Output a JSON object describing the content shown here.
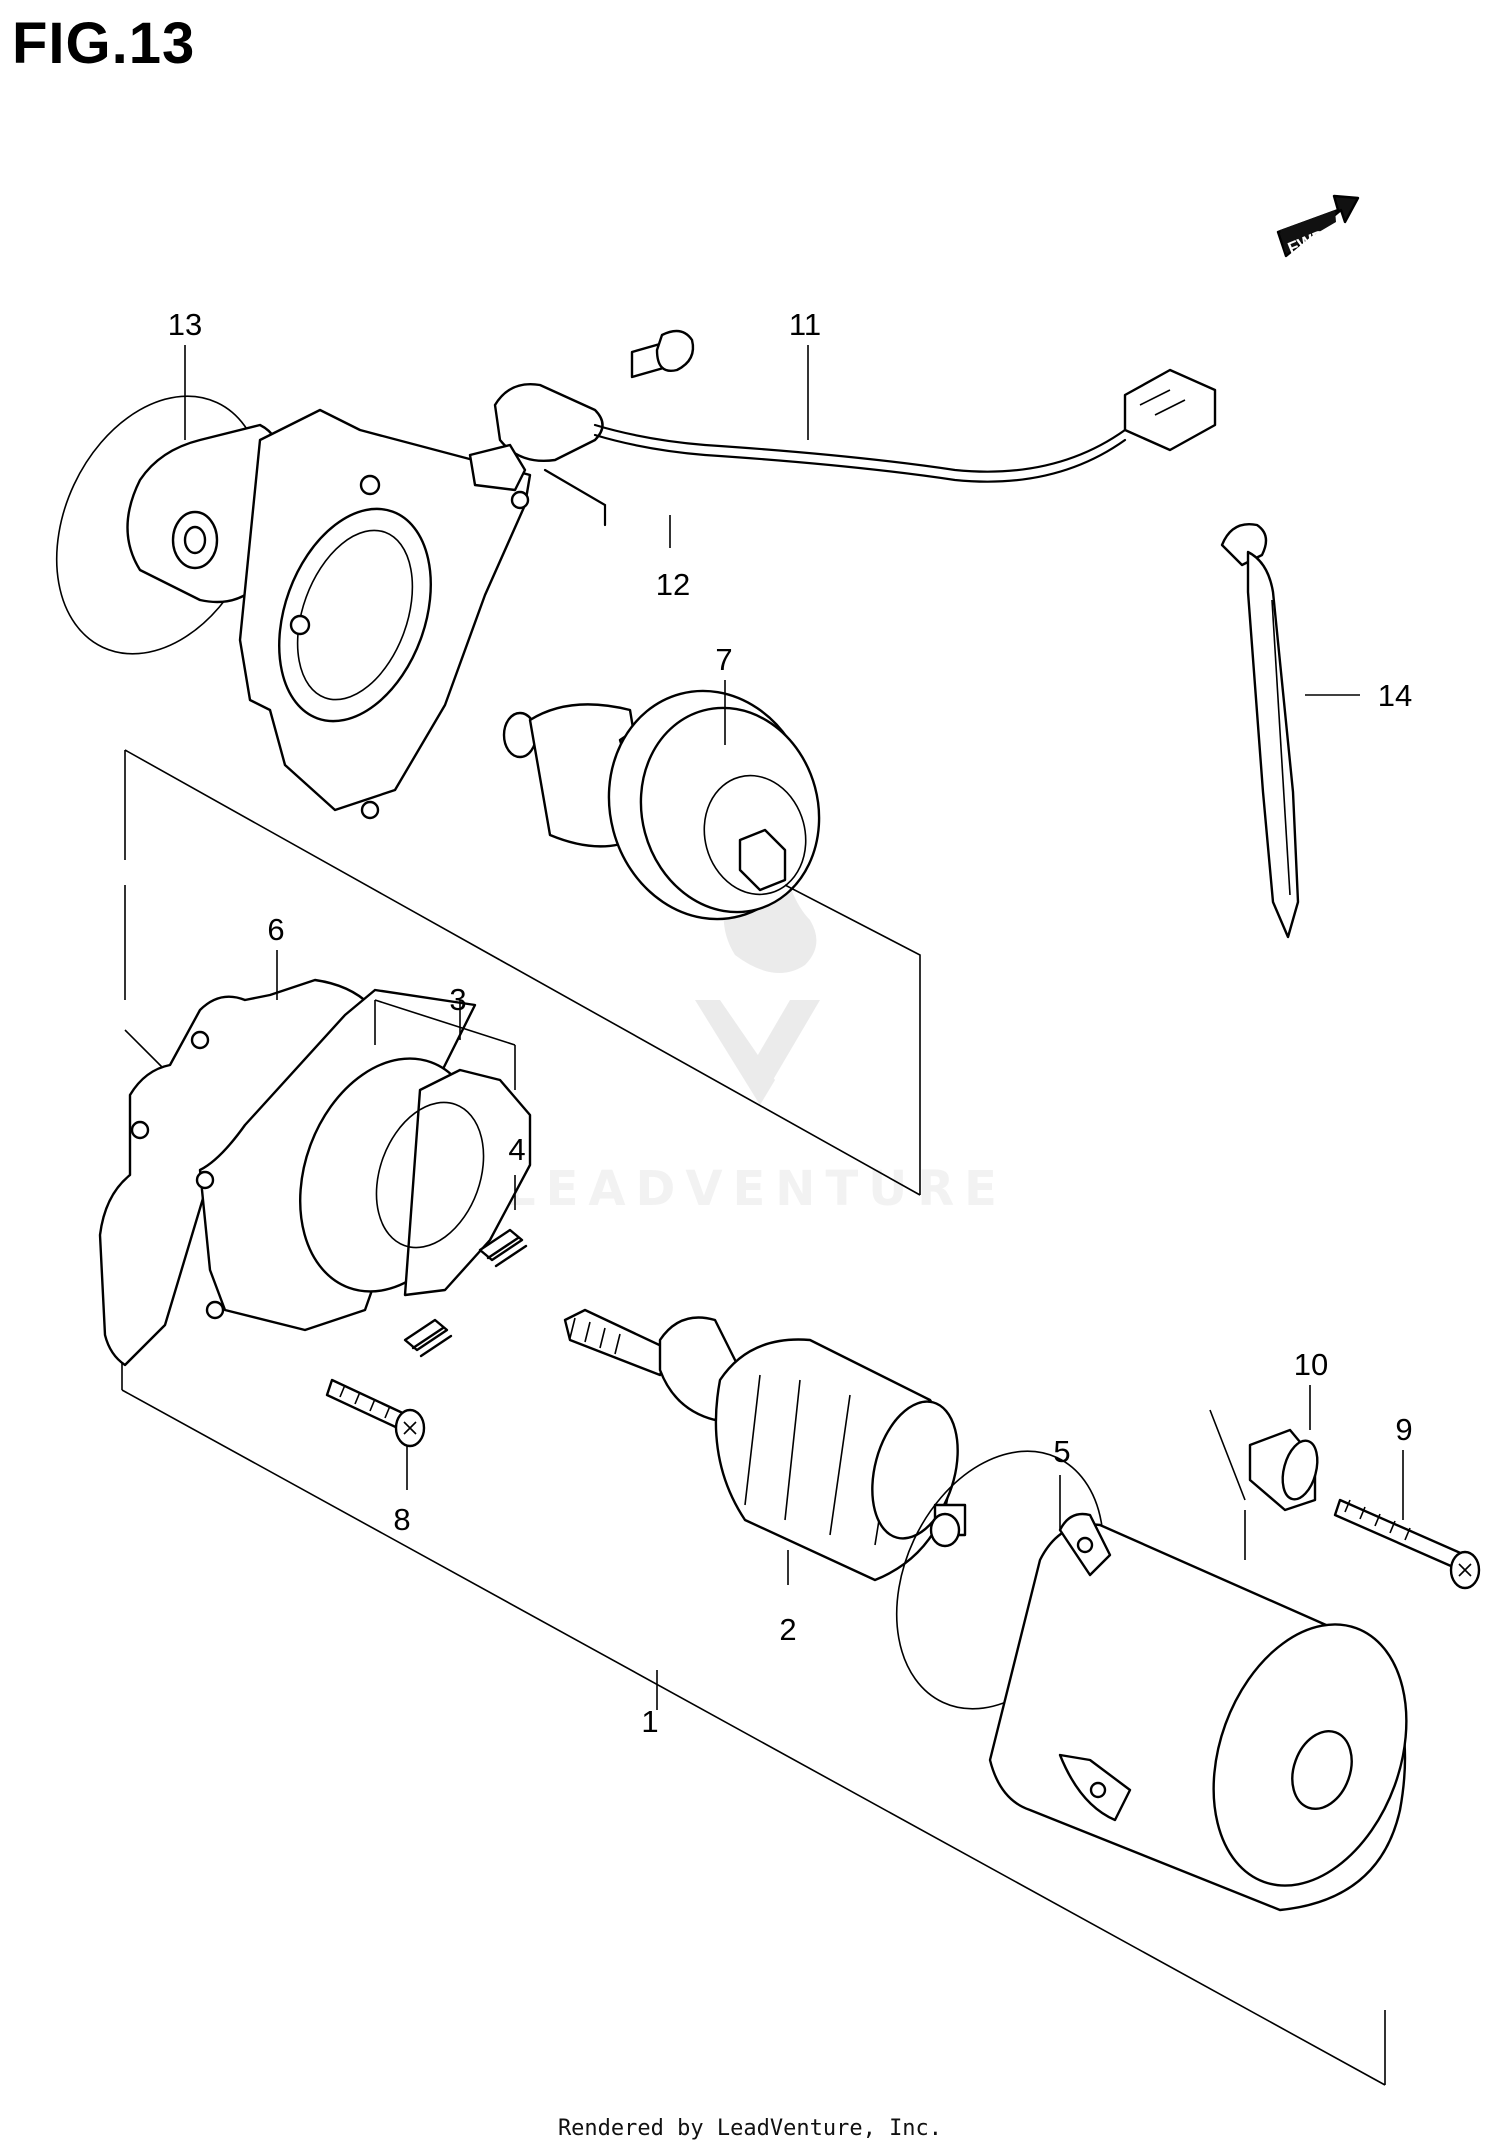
{
  "figure": {
    "title": "FIG.13"
  },
  "direction_badge": {
    "label": "FWD"
  },
  "watermark": {
    "text": "LEADVENTURE"
  },
  "footer": {
    "text": "Rendered by LeadVenture, Inc."
  },
  "callouts": [
    "1",
    "2",
    "3",
    "4",
    "5",
    "6",
    "7",
    "8",
    "9",
    "10",
    "11",
    "12",
    "13",
    "14"
  ]
}
